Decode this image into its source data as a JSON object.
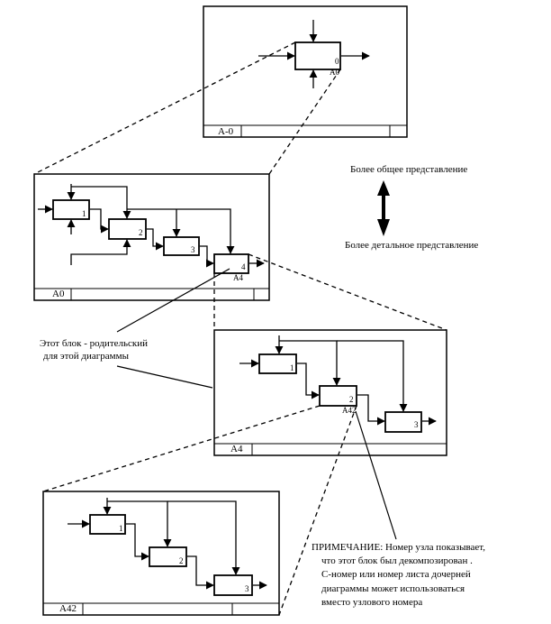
{
  "diagrams": {
    "a_minus_0": {
      "node_label": "A-0",
      "box_number": "0",
      "box_code": "A0"
    },
    "a0": {
      "node_label": "A0",
      "boxes": [
        "1",
        "2",
        "3",
        "4"
      ],
      "box4_code": "A4"
    },
    "a4": {
      "node_label": "A4",
      "boxes": [
        "1",
        "2",
        "3"
      ],
      "box2_code": "A42"
    },
    "a42": {
      "node_label": "A42",
      "boxes": [
        "1",
        "2",
        "3"
      ]
    }
  },
  "legend": {
    "more_general": "Более общее представление",
    "more_detailed": "Более детальное представление"
  },
  "annotations": {
    "parent_line1": "Этот блок - родительский",
    "parent_line2": "для этой диаграммы",
    "note_line1": "ПРИМЕЧАНИЕ: Номер узла показывает,",
    "note_line2": "что этот блок был декомпозирован .",
    "note_line3": "С-номер или номер листа дочерней",
    "note_line4": "диаграммы может использоваться",
    "note_line5": "вместо узлового номера"
  }
}
